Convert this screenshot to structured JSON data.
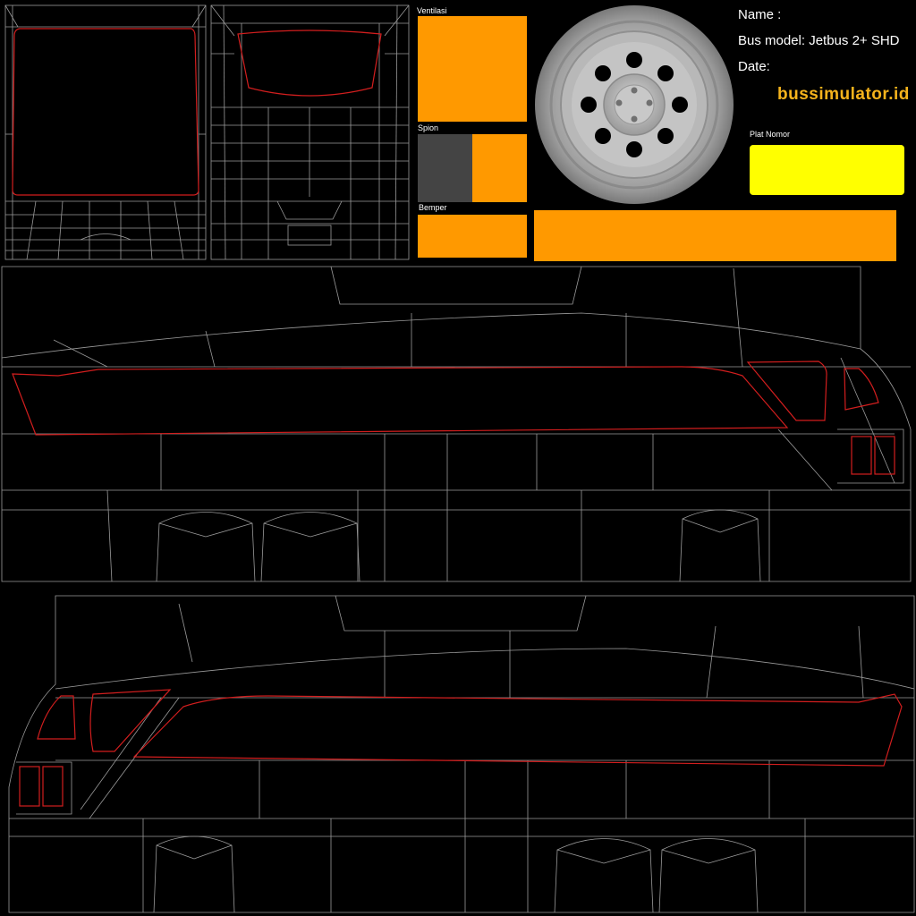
{
  "labels": {
    "ventilasi": "Ventilasi",
    "spion": "Spion",
    "bemper": "Bemper",
    "plat_nomor": "Plat Nomor"
  },
  "info": {
    "name": "Name :",
    "bus_model": "Bus model: Jetbus 2+ SHD",
    "date": "Date:"
  },
  "brand": "bussimulator.id",
  "colors": {
    "background": "#000000",
    "wire": "#9a9a9a",
    "window_outline": "#d21e1e",
    "orange": "#ff9900",
    "yellow": "#ffff00",
    "dark_gray": "#444444",
    "brand_text": "#f5b31c"
  }
}
